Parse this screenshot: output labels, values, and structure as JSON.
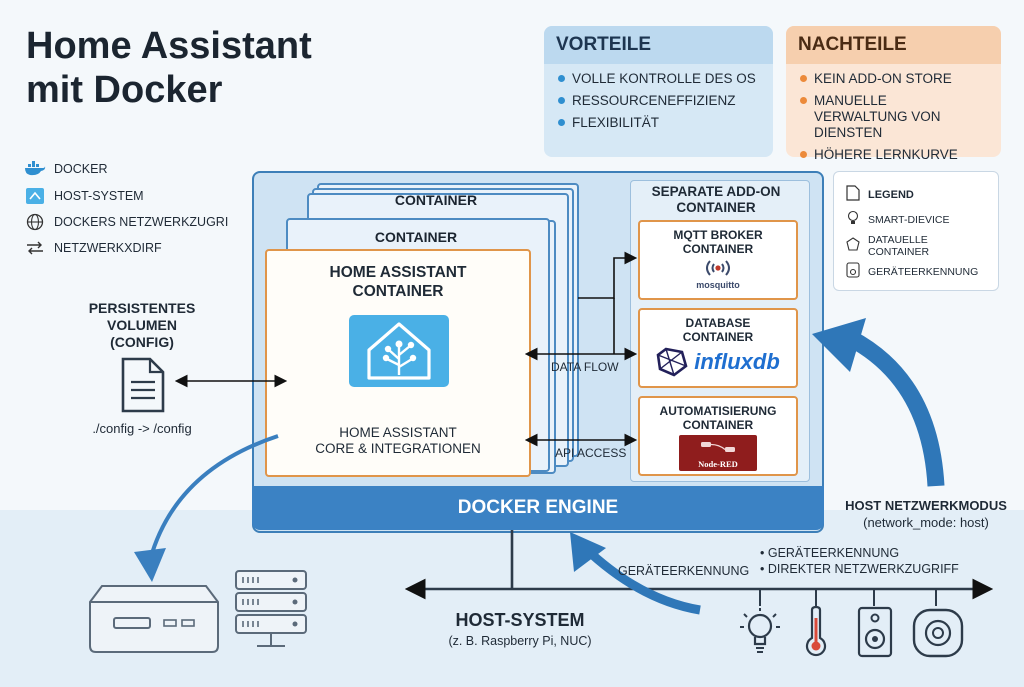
{
  "title_line1": "Home Assistant",
  "title_line2": "mit Docker",
  "vorteile": {
    "title": "VORTEILE",
    "items": [
      "VOLLE KONTROLLE DES OS",
      "RESSOURCENEFFIZIENZ",
      "FLEXIBILITÄT"
    ]
  },
  "nachteile": {
    "title": "NACHTEILE",
    "items": [
      "KEIN ADD-ON STORE",
      "MANUELLE VERWALTUNG VON DIENSTEN",
      "HÖHERE LERNKURVE"
    ]
  },
  "left_legend": [
    {
      "icon": "docker-whale-icon",
      "label": "DOCKER"
    },
    {
      "icon": "host-system-icon",
      "label": "HOST-SYSTEM"
    },
    {
      "icon": "globe-icon",
      "label": "DOCKERS NETZWERKZUGRI"
    },
    {
      "icon": "swap-arrows-icon",
      "label": "NETZWERKXDIRF"
    }
  ],
  "legend": {
    "title": "LEGEND",
    "items": [
      {
        "icon": "lightbulb-icon",
        "label": "SMART-DIEVICE"
      },
      {
        "icon": "cube-icon",
        "label_line1": "DATAUELLE",
        "label_line2": "CONTAINER"
      },
      {
        "icon": "speaker-icon",
        "label": "GERÄTEERKENNUNG"
      }
    ]
  },
  "stack_back_label": "CONTAINER",
  "stack_mid_label": "CONTAINER",
  "ha_container": {
    "title_line1": "HOME ASSISTANT",
    "title_line2": "CONTAINER",
    "sub_line1": "HOME ASSISTANT",
    "sub_line2": "CORE & INTEGRATIONEN"
  },
  "addons": {
    "title_line1": "SEPARATE ADD-ON",
    "title_line2": "CONTAINER",
    "mqtt": {
      "line1": "MQTT BROKER",
      "line2": "CONTAINER",
      "logo": "mosquitto"
    },
    "db": {
      "line1": "DATABASE",
      "line2": "CONTAINER",
      "logo": "influxdb"
    },
    "auto": {
      "line1": "AUTOMATISIERUNG",
      "line2": "CONTAINER",
      "logo": "Node-RED"
    }
  },
  "data_flow": "DATA FLOW",
  "api_access": "API ACCESS",
  "engine": "DOCKER ENGINE",
  "persistent": {
    "line1": "PERSISTENTES",
    "line2": "VOLUMEN",
    "line3": "(CONFIG)",
    "path": "./config -> /config"
  },
  "host_net": {
    "title": "HOST NETZWERKMODUS",
    "sub": "(network_mode: host)"
  },
  "host": {
    "title": "HOST-SYSTEM",
    "sub": "(z. B. Raspberry Pi, NUC)"
  },
  "discovery_label": "GERÄTEERKENNUNG",
  "bus_bullets": [
    "• GERÄTEERKENNUNG",
    "• DIREKTER NETZWERKZUGRIFF"
  ]
}
